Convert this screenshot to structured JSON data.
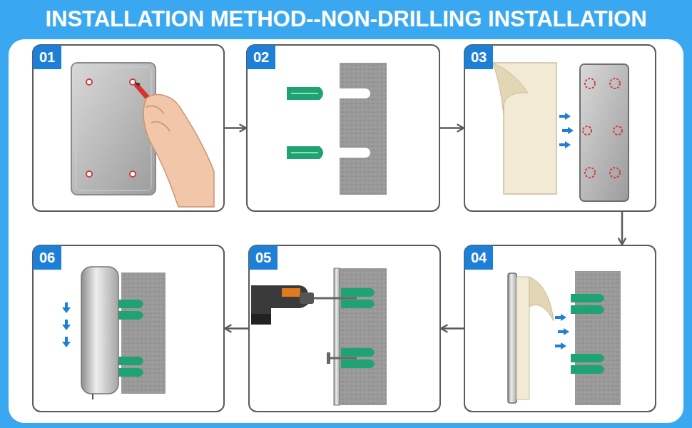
{
  "diagram": {
    "title": "INSTALLATION METHOD--NON-DRILLING INSTALLATION",
    "nodes": [
      {
        "text": [
          "01"
        ]
      },
      {
        "text": [
          "02"
        ]
      },
      {
        "text": [
          "03"
        ]
      },
      {
        "text": [
          "04"
        ]
      },
      {
        "text": [
          "05"
        ]
      },
      {
        "text": [
          "06"
        ]
      }
    ],
    "edges": [
      {
        "from": 0,
        "to": 1,
        "arrow": "to"
      },
      {
        "from": 1,
        "to": 2,
        "arrow": "to"
      },
      {
        "from": 2,
        "to": 3,
        "arrow": "to"
      },
      {
        "from": 3,
        "to": 4,
        "arrow": "to"
      },
      {
        "from": 4,
        "to": 5,
        "arrow": "to"
      }
    ]
  }
}
